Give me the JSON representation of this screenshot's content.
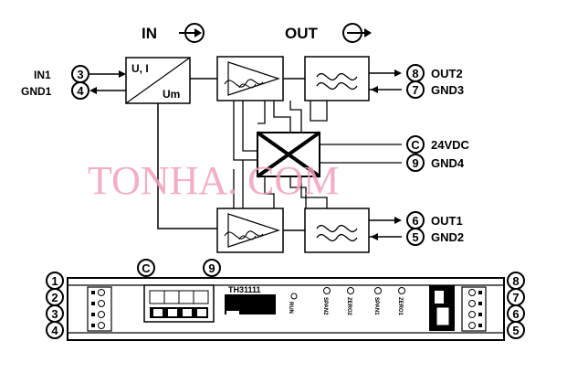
{
  "header": {
    "in_label": "IN",
    "out_label": "OUT"
  },
  "terminals": {
    "t3": {
      "num": "3",
      "label": "IN1"
    },
    "t4": {
      "num": "4",
      "label": "GND1"
    },
    "t8": {
      "num": "8",
      "label": "OUT2"
    },
    "t7": {
      "num": "7",
      "label": "GND3"
    },
    "tc": {
      "num": "C",
      "label": "24VDC"
    },
    "t9": {
      "num": "9",
      "label": "GND4"
    },
    "t6": {
      "num": "6",
      "label": "OUT1"
    },
    "t5": {
      "num": "5",
      "label": "GND2"
    }
  },
  "converter": {
    "top": "U, I",
    "bottom": "Um"
  },
  "watermark": "TONHA. COM",
  "module": {
    "model": "TH31111",
    "left_numbers": [
      "1",
      "2",
      "3",
      "4"
    ],
    "right_numbers": [
      "8",
      "7",
      "6",
      "5"
    ],
    "top_c": "C",
    "top_9": "9",
    "led_labels": [
      "RUN",
      "SPAN2",
      "ZERO2",
      "SPAN1",
      "ZERO1"
    ]
  }
}
